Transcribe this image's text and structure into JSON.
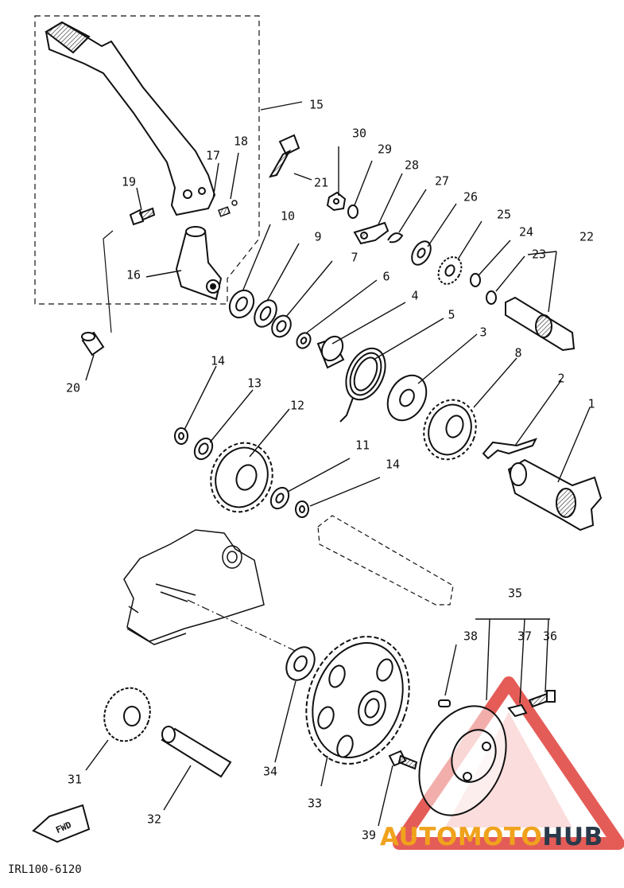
{
  "diagram": {
    "labels": {
      "p1": "1",
      "p2": "2",
      "p3": "3",
      "p4": "4",
      "p5": "5",
      "p6": "6",
      "p7": "7",
      "p8": "8",
      "p9": "9",
      "p10": "10",
      "p11": "11",
      "p12": "12",
      "p13": "13",
      "p14a": "14",
      "p14b": "14",
      "p15": "15",
      "p16": "16",
      "p17": "17",
      "p18": "18",
      "p19": "19",
      "p20": "20",
      "p21": "21",
      "p22": "22",
      "p23": "23",
      "p24": "24",
      "p25": "25",
      "p26": "26",
      "p27": "27",
      "p28": "28",
      "p29": "29",
      "p30": "30",
      "p31": "31",
      "p32": "32",
      "p33": "33",
      "p34": "34",
      "p35": "35",
      "p36": "36",
      "p37": "37",
      "p38": "38",
      "p39": "39"
    },
    "fwd_label": "FWD",
    "drawing_code": "IRL100-6120"
  },
  "watermark": {
    "part_a": "AUTOMOTO",
    "part_b": "HUB",
    "color_a": "#f0a21c",
    "color_b": "#2b3a4a",
    "triangle_color": "#e0403a"
  }
}
